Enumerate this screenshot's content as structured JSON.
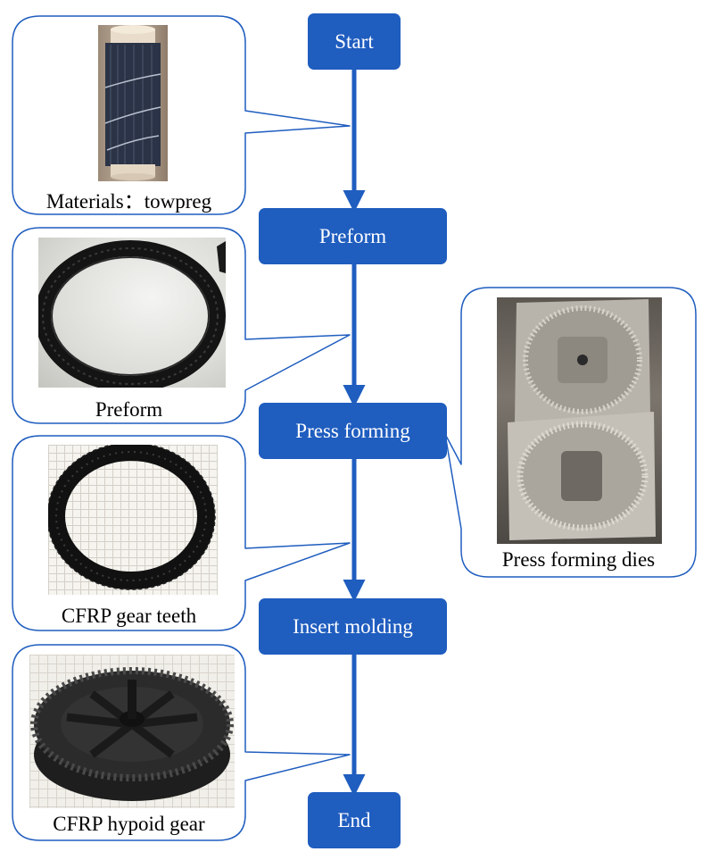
{
  "flow": {
    "start": "Start",
    "preform": "Preform",
    "press_forming": "Press forming",
    "insert_molding": "Insert molding",
    "end": "End"
  },
  "callouts": {
    "materials": "Materials：towpreg",
    "preform": "Preform",
    "cfrp_gear_teeth": "CFRP gear teeth",
    "press_forming_dies": "Press forming dies",
    "cfrp_hypoid_gear": "CFRP hypoid gear"
  },
  "colors": {
    "step_fill": "#1f5dbf",
    "arrow": "#1f5dbf",
    "callout_stroke": "#1f5dbf"
  }
}
